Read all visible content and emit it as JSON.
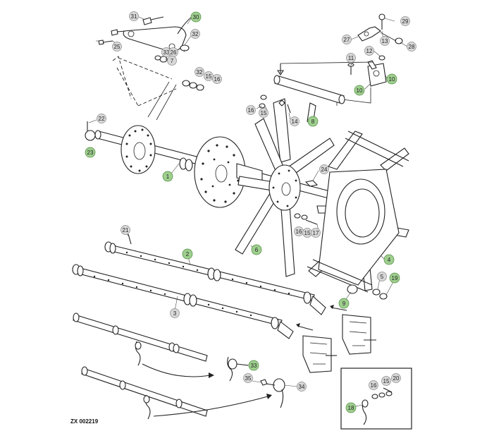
{
  "diagram": {
    "reference_code": "ZX 002219",
    "colors": {
      "callout_plain_fill": "#d8d8d8",
      "callout_green_fill": "#9fcf8f",
      "line": "#222222",
      "background": "#ffffff"
    },
    "callouts": [
      {
        "id": "c31",
        "label": "31",
        "green": false
      },
      {
        "id": "c30",
        "label": "30",
        "green": true
      },
      {
        "id": "c32a",
        "label": "32",
        "green": false
      },
      {
        "id": "c33a",
        "label": "33",
        "green": false
      },
      {
        "id": "c26",
        "label": "26",
        "green": false
      },
      {
        "id": "c7a",
        "label": "7",
        "green": false
      },
      {
        "id": "c25",
        "label": "25",
        "green": false
      },
      {
        "id": "c32b",
        "label": "32",
        "green": false
      },
      {
        "id": "c15a",
        "label": "15",
        "green": false
      },
      {
        "id": "c16a",
        "label": "16",
        "green": false
      },
      {
        "id": "c29",
        "label": "29",
        "green": false
      },
      {
        "id": "c27",
        "label": "27",
        "green": false
      },
      {
        "id": "c13",
        "label": "13",
        "green": false
      },
      {
        "id": "c28",
        "label": "28",
        "green": false
      },
      {
        "id": "c12",
        "label": "12",
        "green": false
      },
      {
        "id": "c11",
        "label": "11",
        "green": false
      },
      {
        "id": "c10a",
        "label": "10",
        "green": true
      },
      {
        "id": "c10b",
        "label": "10",
        "green": true
      },
      {
        "id": "c16b",
        "label": "16",
        "green": false
      },
      {
        "id": "c15b",
        "label": "15",
        "green": false
      },
      {
        "id": "c14",
        "label": "14",
        "green": false
      },
      {
        "id": "c8",
        "label": "8",
        "green": true
      },
      {
        "id": "c22",
        "label": "22",
        "green": false
      },
      {
        "id": "c23",
        "label": "23",
        "green": true
      },
      {
        "id": "c1",
        "label": "1",
        "green": true
      },
      {
        "id": "c24",
        "label": "24",
        "green": false
      },
      {
        "id": "c16c",
        "label": "16",
        "green": false
      },
      {
        "id": "c15c",
        "label": "15",
        "green": false
      },
      {
        "id": "c17",
        "label": "17",
        "green": false
      },
      {
        "id": "c6",
        "label": "6",
        "green": true
      },
      {
        "id": "c21",
        "label": "21",
        "green": false
      },
      {
        "id": "c2",
        "label": "2",
        "green": true
      },
      {
        "id": "c3",
        "label": "3",
        "green": false
      },
      {
        "id": "c4",
        "label": "4",
        "green": true
      },
      {
        "id": "c5",
        "label": "5",
        "green": false
      },
      {
        "id": "c19",
        "label": "19",
        "green": true
      },
      {
        "id": "c9",
        "label": "9",
        "green": true
      },
      {
        "id": "c33b",
        "label": "33",
        "green": true
      },
      {
        "id": "c35",
        "label": "35",
        "green": false
      },
      {
        "id": "c34",
        "label": "34",
        "green": false
      },
      {
        "id": "c16d",
        "label": "16",
        "green": false
      },
      {
        "id": "c15d",
        "label": "15",
        "green": false
      },
      {
        "id": "c20",
        "label": "20",
        "green": false
      },
      {
        "id": "c18",
        "label": "18",
        "green": true
      }
    ]
  }
}
